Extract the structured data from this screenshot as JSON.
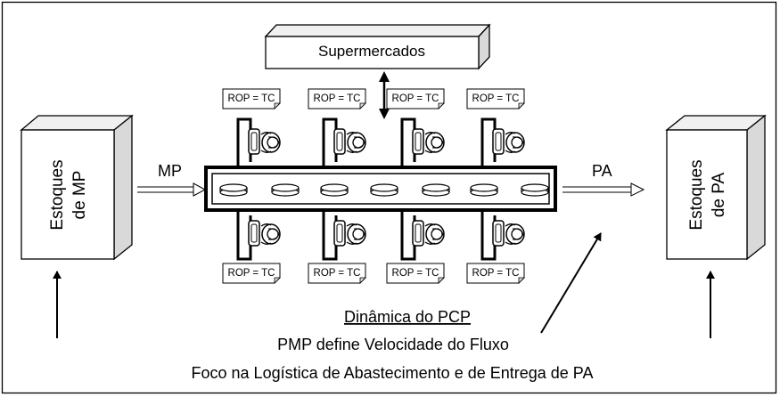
{
  "supermarket_label": "Supermercados",
  "rop_label": "ROP = TC",
  "stock_mp": {
    "line1": "Estoques",
    "line2": "de MP"
  },
  "stock_pa": {
    "line1": "Estoques",
    "line2": "de PA"
  },
  "mp_label": "MP",
  "pa_label": "PA",
  "caption": {
    "title": "Dinâmica do PCP",
    "line1": "PMP define Velocidade do Fluxo",
    "line2": "Foco na Logística de Abastecimento e de Entrega de PA"
  },
  "colors": {
    "ink": "#000000",
    "paper": "#ffffff",
    "side": "#d9d9d9",
    "top": "#f0f0f0"
  }
}
